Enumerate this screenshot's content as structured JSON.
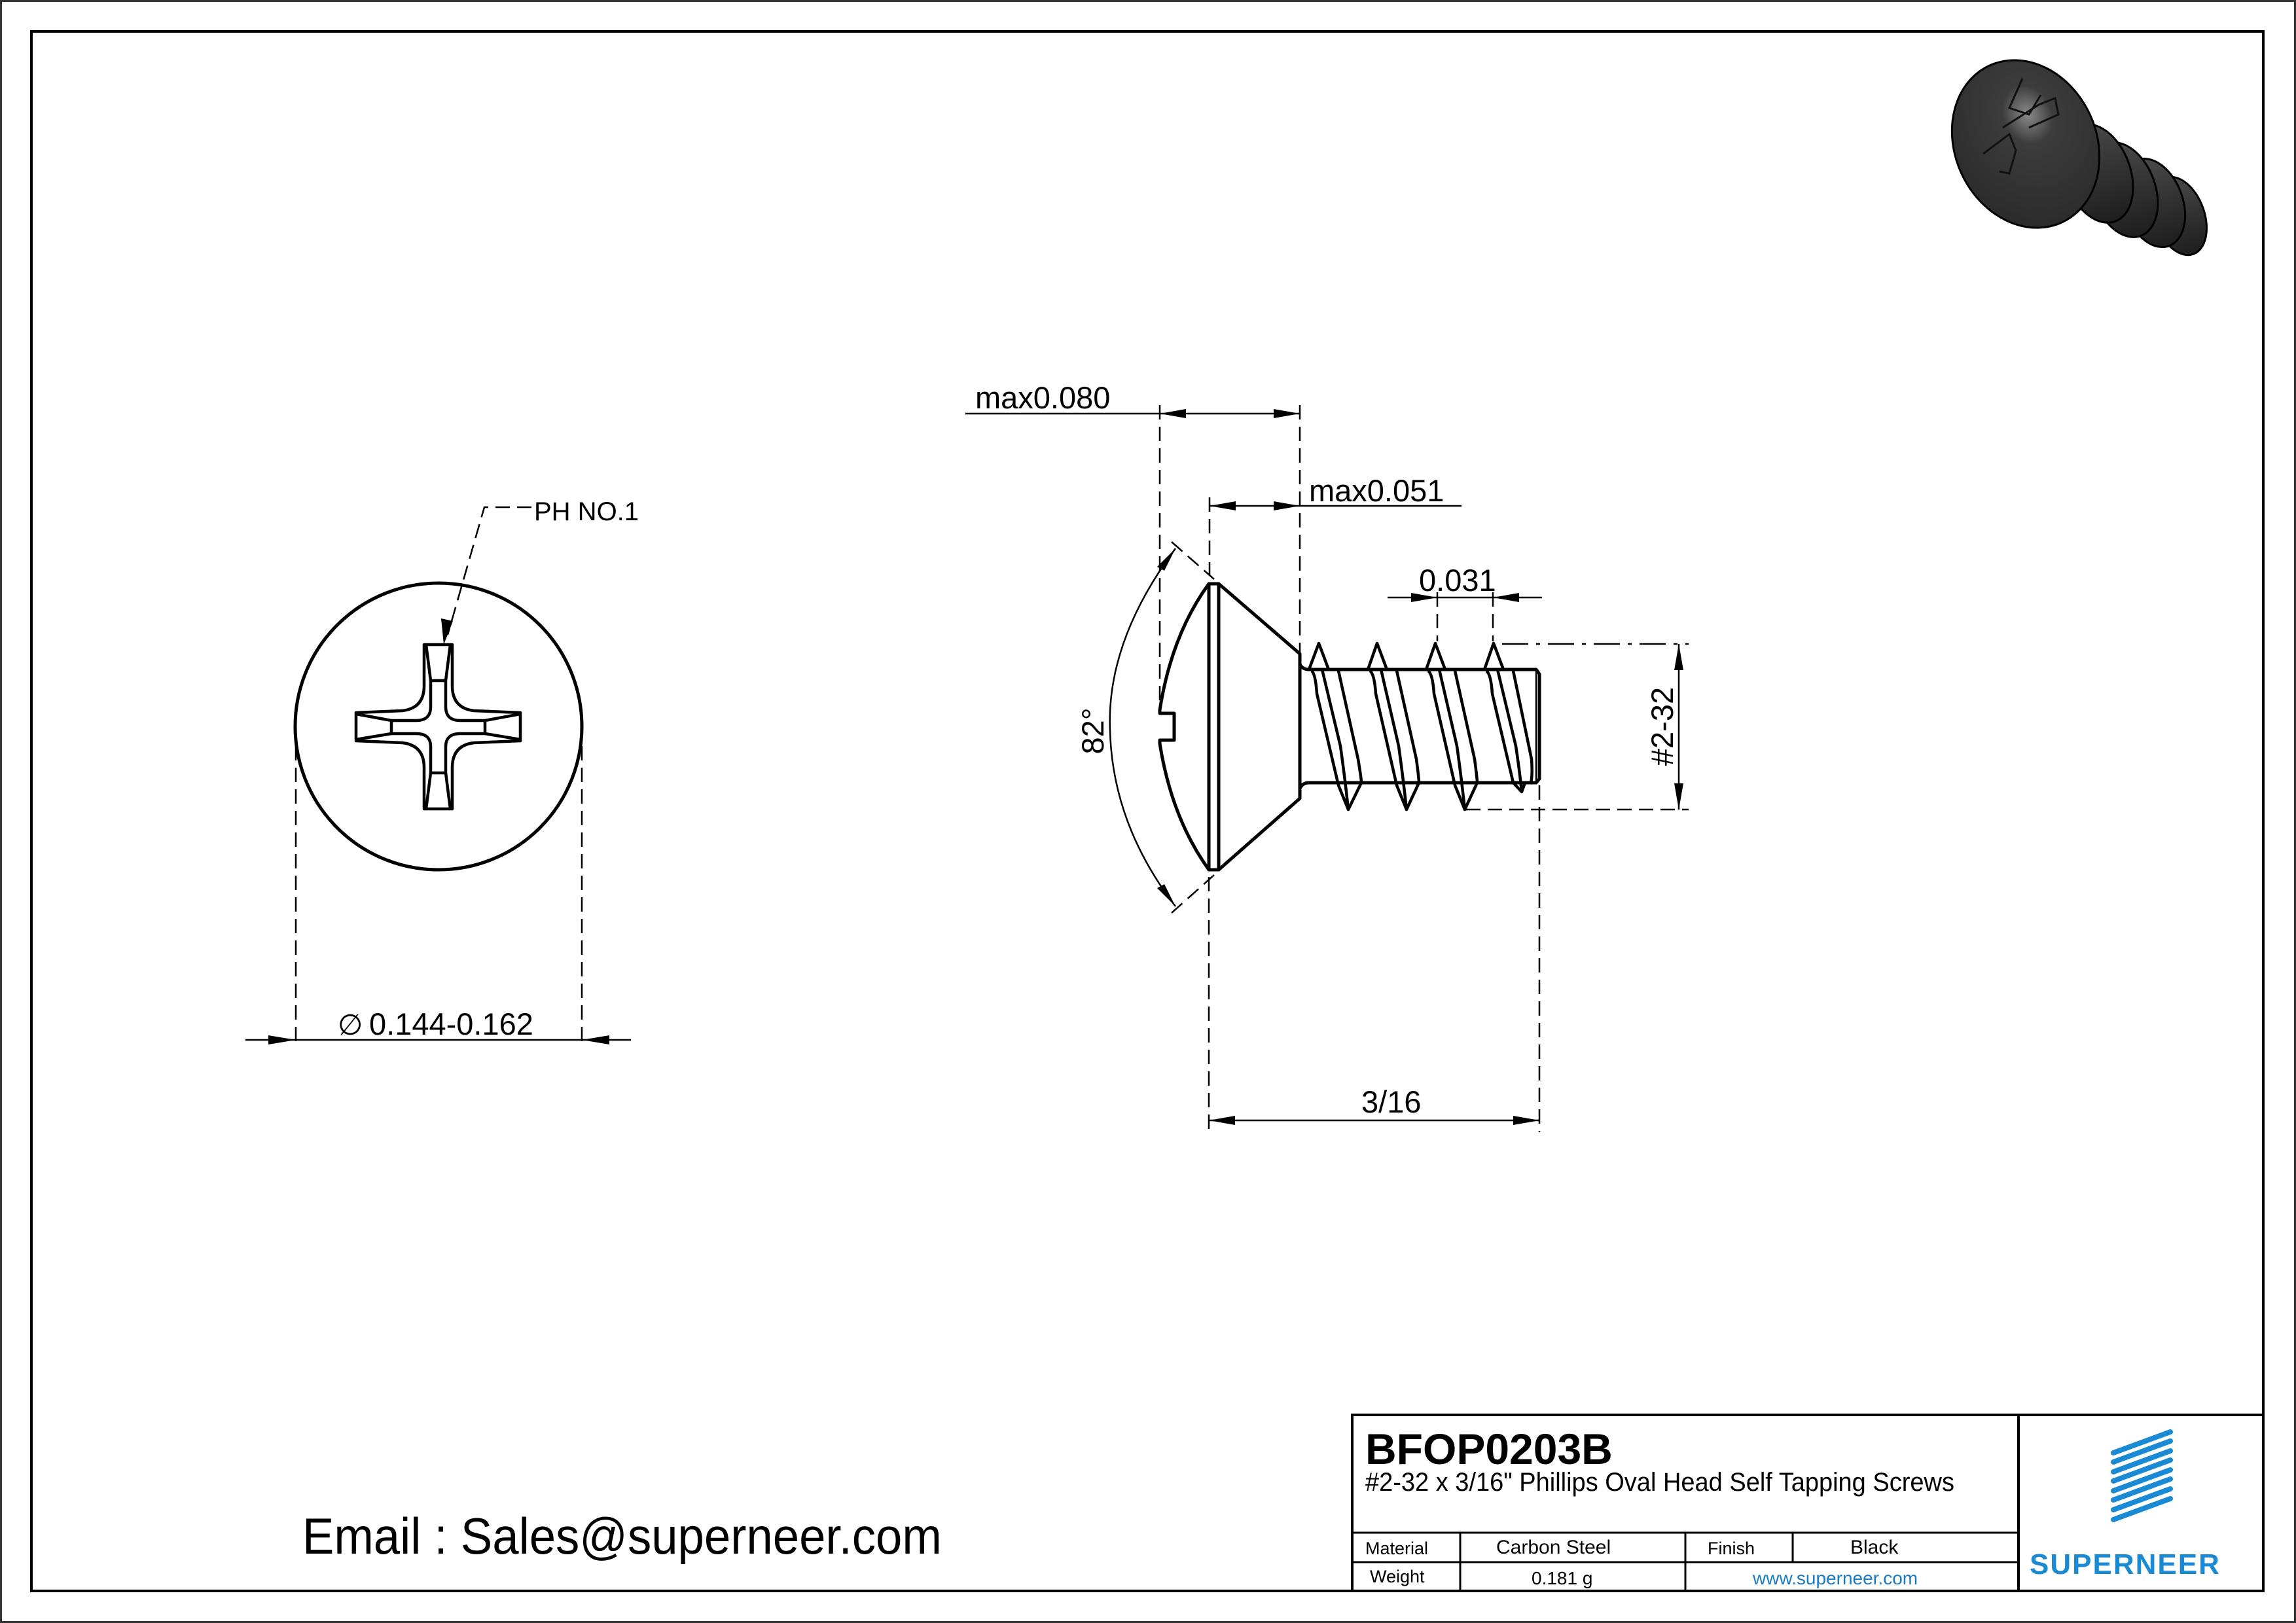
{
  "drawing": {
    "top_view": {
      "drive_label": "PH NO.1",
      "diameter_symbol": "∅",
      "diameter_dim": "0.144-0.162"
    },
    "side_view": {
      "head_height_dim": "max0.080",
      "countersink_dim": "max0.051",
      "thread_pitch_dim": "0.031",
      "head_angle_dim": "82°",
      "thread_size_dim": "#2-32",
      "length_dim": "3/16"
    },
    "render_3d": {
      "alt": "black oval head phillips screw 3D render"
    }
  },
  "contact": {
    "email_line": "Email : Sales@superneer.com"
  },
  "title_block": {
    "part_number": "BFOP0203B",
    "description": "#2-32 x 3/16\" Phillips Oval Head Self Tapping Screws",
    "material_label": "Material",
    "material_value": "Carbon Steel",
    "finish_label": "Finish",
    "finish_value": "Black",
    "weight_label": "Weight",
    "weight_value": "0.181 g",
    "website": "www.superneer.com",
    "brand_name": "SUPERNEER",
    "brand_color": "#1a8ad4"
  }
}
